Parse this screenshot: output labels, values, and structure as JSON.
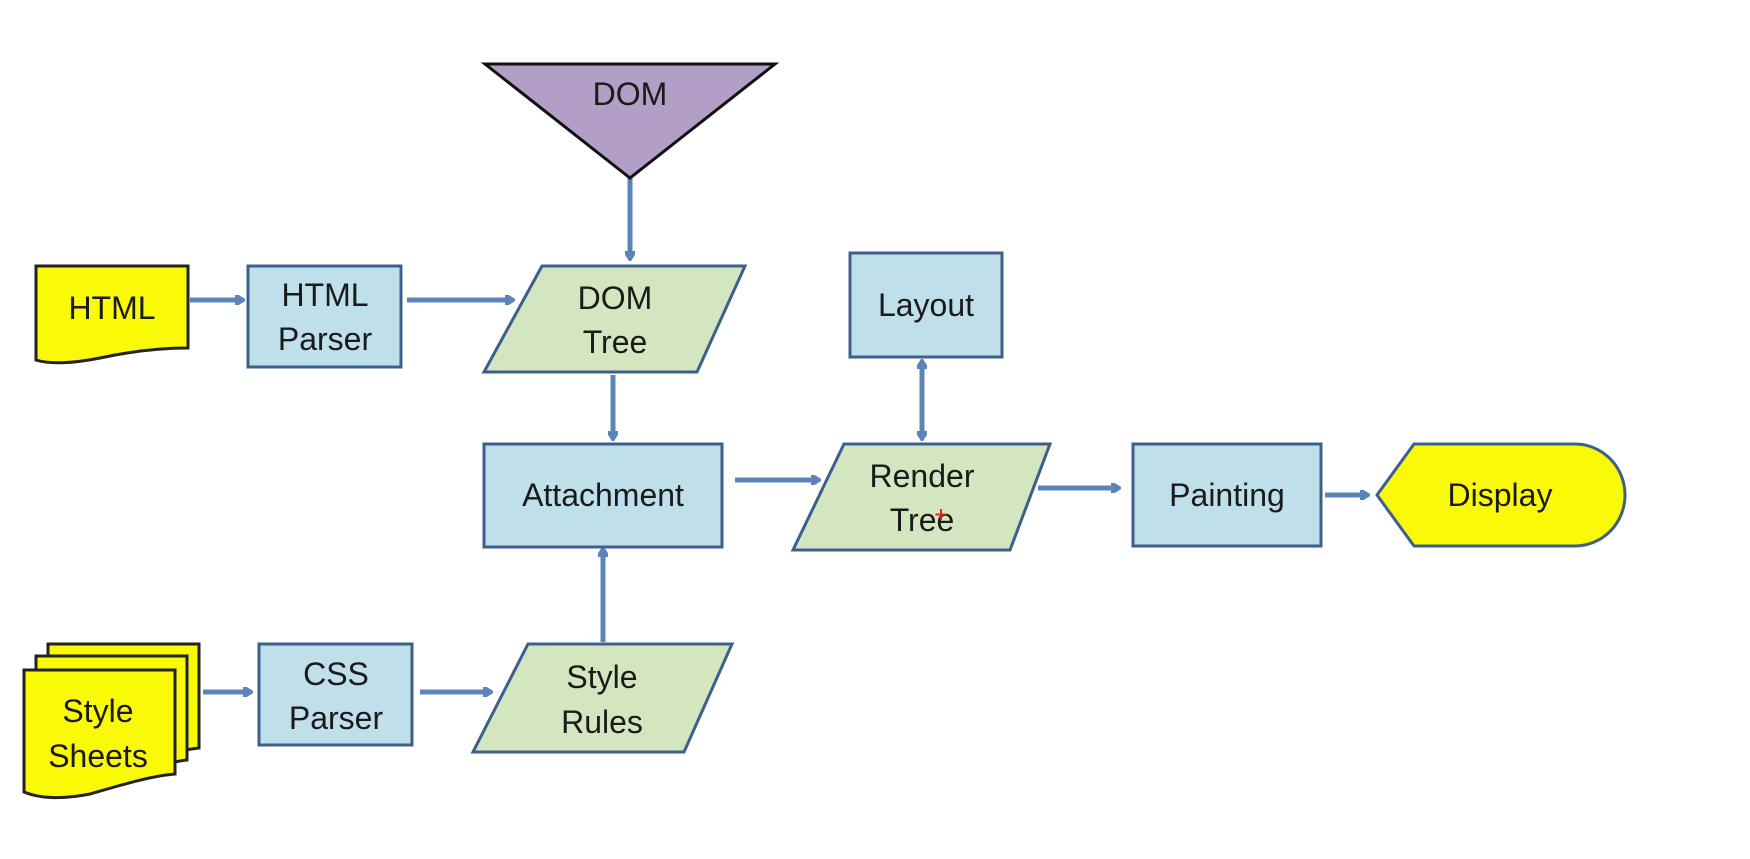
{
  "colors": {
    "arrow": "#5b84b8",
    "process_fill": "#bfe0ea",
    "data_fill": "#d4e6c0",
    "io_fill": "#fafa06",
    "dom_fill": "#b39ec8",
    "cursor": "#e02020"
  },
  "nodes": {
    "dom": "DOM",
    "html": "HTML",
    "html_parser": [
      "HTML",
      "Parser"
    ],
    "dom_tree": [
      "DOM",
      "Tree"
    ],
    "layout": "Layout",
    "attachment": "Attachment",
    "render_tree": [
      "Render",
      "Tree"
    ],
    "painting": "Painting",
    "display": "Display",
    "style_sheets": [
      "Style",
      "Sheets"
    ],
    "css_parser": [
      "CSS",
      "Parser"
    ],
    "style_rules": [
      "Style",
      "Rules"
    ]
  }
}
